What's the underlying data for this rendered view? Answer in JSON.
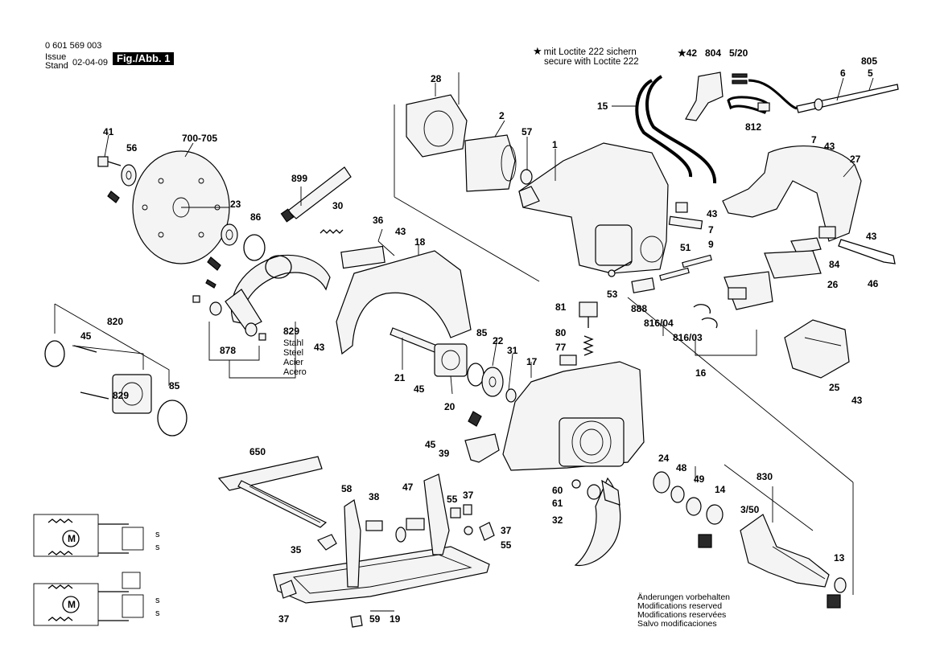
{
  "header": {
    "doc_number": "0 601 569 003",
    "issue_label_1": "Issue",
    "issue_label_2": "Stand",
    "issue_date": "02-04-09",
    "fig_title": "Fig./Abb. 1"
  },
  "notes": {
    "loctite_de": "mit Loctite 222 sichern",
    "loctite_en": "secure with Loctite 222",
    "star": "★"
  },
  "disclaimer": [
    "Änderungen vorbehalten",
    "Modifications reserved",
    "Modifications reservées",
    "Salvo modificaciones"
  ],
  "material_label": [
    "Stahl",
    "Steel",
    "Acier",
    "Acero"
  ],
  "parts": {
    "p28": "28",
    "p2": "2",
    "p57": "57",
    "p1": "1",
    "p15": "15",
    "p42": "★42",
    "p804": "804",
    "p520": "5/20",
    "p805": "805",
    "p6": "6",
    "p5": "5",
    "p812": "812",
    "p7a": "7",
    "p43a": "43",
    "p27": "27",
    "p41": "41",
    "p56": "56",
    "p700": "700-705",
    "p899": "899",
    "p30": "30",
    "p23": "23",
    "p86": "86",
    "p36": "36",
    "p43b": "43",
    "p18": "18",
    "p43c": "43",
    "p7b": "7",
    "p9": "9",
    "p43d": "43",
    "p84": "84",
    "p51": "51",
    "p53": "53",
    "p888": "888",
    "p26": "26",
    "p46": "46",
    "p820": "820",
    "p45a": "45",
    "p85a": "85",
    "p829a": "829",
    "p878": "878",
    "p829b": "829",
    "p43e": "43",
    "p81": "81",
    "p80": "80",
    "p81604": "816/04",
    "p81603": "816/03",
    "p16": "16",
    "p85b": "85",
    "p22": "22",
    "p31": "31",
    "p77": "77",
    "p17": "17",
    "p21": "21",
    "p45b": "45",
    "p20": "20",
    "p25": "25",
    "p43f": "43",
    "p650": "650",
    "p45c": "45",
    "p39": "39",
    "p24": "24",
    "p48": "48",
    "p49": "49",
    "p14": "14",
    "p830": "830",
    "p60": "60",
    "p61": "61",
    "p350": "3/50",
    "p32": "32",
    "p58": "58",
    "p38": "38",
    "p47": "47",
    "p55a": "55",
    "p37a": "37",
    "p37b": "37",
    "p55b": "55",
    "p35": "35",
    "p13": "13",
    "p37c": "37",
    "p59": "59",
    "p19": "19",
    "motor_m1": "M",
    "motor_m2": "M",
    "sw1": "s",
    "sw2": "s",
    "sw3": "s",
    "sw4": "s"
  }
}
